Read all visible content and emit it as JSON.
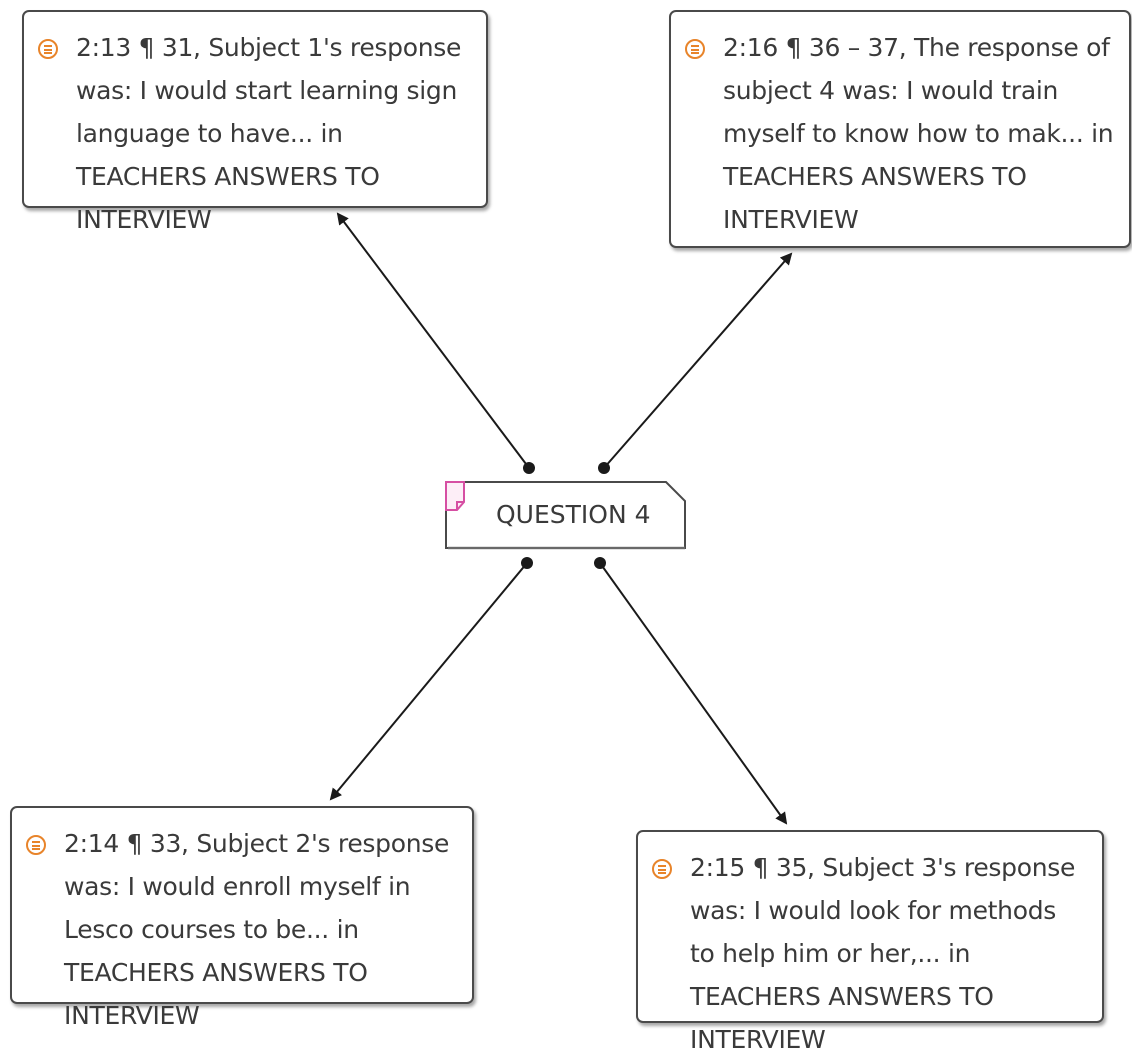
{
  "center": {
    "label": "QUESTION 4",
    "icon": "memo-icon",
    "icon_color": "#d64fa3"
  },
  "quotes": {
    "q1": {
      "text": "2:13 ¶ 31, Subject 1's response was: I would start learning sign language to have... in TEACHERS ANSWERS TO INTERVIEW"
    },
    "q4": {
      "text": "2:16 ¶ 36 – 37, The response of subject 4 was: I would train myself to know how to mak... in TEACHERS ANSWERS TO INTERVIEW"
    },
    "q2": {
      "text": "2:14 ¶ 33, Subject 2's response was: I would enroll myself in Lesco courses to be... in TEACHERS ANSWERS TO INTERVIEW"
    },
    "q3": {
      "text": "2:15 ¶ 35, Subject 3's response was: I would look for methods to help him or her,... in TEACHERS ANSWERS TO INTERVIEW"
    }
  },
  "colors": {
    "quote_icon": "#e8842a",
    "border": "#4a4a4a",
    "link": "#1a1a1a"
  }
}
